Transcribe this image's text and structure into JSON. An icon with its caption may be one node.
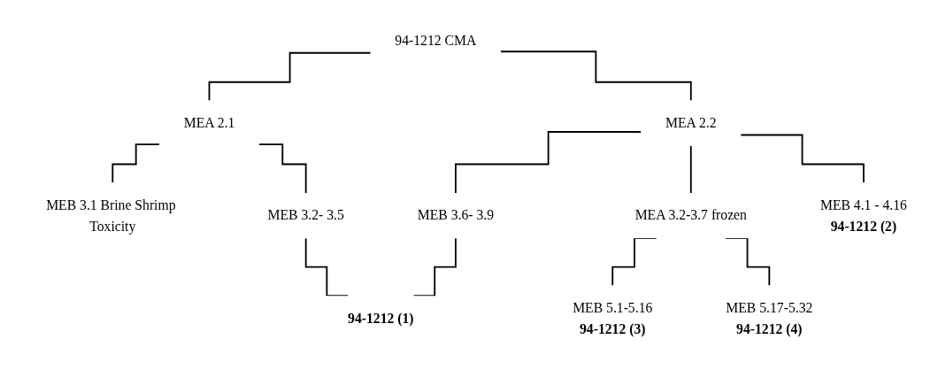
{
  "diagram": {
    "nodes": [
      {
        "text": [
          "94-1212 CMA"
        ]
      },
      {
        "text": [
          "MEA 2.1"
        ]
      },
      {
        "text": [
          "MEA 2.2"
        ]
      },
      {
        "text": [
          "MEB 3.1 Brine Shrimp Toxicity"
        ]
      },
      {
        "text": [
          "MEA 3.2-3.7 frozen"
        ]
      },
      {
        "text": [
          "MEB 3.2- 3.5"
        ]
      },
      {
        "text": [
          "MEB 3.6- 3.9"
        ]
      },
      {
        "text": [
          "94-1212 (1)"
        ]
      },
      {
        "text": [
          "MEB 4.1 - 4.16",
          "94-1212 (2)"
        ]
      },
      {
        "text": [
          "MEB 5.1-5.16",
          "94-1212 (3)"
        ]
      },
      {
        "text": [
          "MEB 5.17-5.32",
          "94-1212 (4)"
        ]
      }
    ],
    "edges": [
      {
        "from": 0,
        "to": 1,
        "arrow": "none"
      },
      {
        "from": 0,
        "to": 2,
        "arrow": "none"
      },
      {
        "from": 1,
        "to": 3,
        "arrow": "none"
      },
      {
        "from": 1,
        "to": 5,
        "arrow": "none"
      },
      {
        "from": 2,
        "to": 6,
        "arrow": "none"
      },
      {
        "from": 2,
        "to": 8,
        "arrow": "none"
      },
      {
        "from": 2,
        "to": 4,
        "arrow": "none"
      },
      {
        "from": 5,
        "to": 7,
        "arrow": "none"
      },
      {
        "from": 6,
        "to": 7,
        "arrow": "none"
      },
      {
        "from": 4,
        "to": 9,
        "arrow": "none"
      },
      {
        "from": 4,
        "to": 10,
        "arrow": "none"
      }
    ]
  }
}
